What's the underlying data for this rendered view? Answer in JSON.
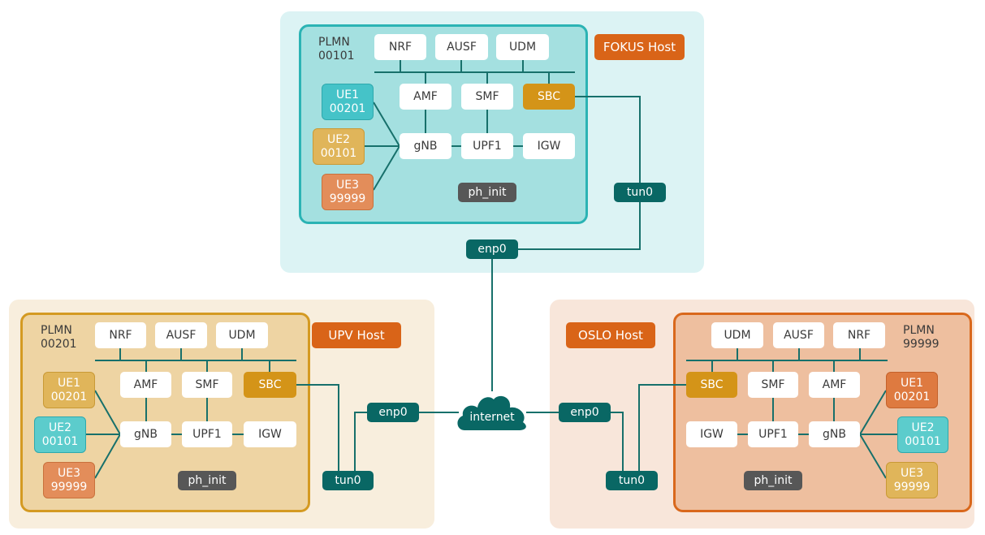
{
  "diagram": {
    "colors": {
      "link": "#17706b",
      "interface": "#096764",
      "host_label": "#d96418",
      "sbc": "#d49418",
      "ph_init": "#575757"
    },
    "internet": {
      "label": "internet",
      "icon": "cloud-icon"
    },
    "hosts": {
      "fokus": {
        "label": "FOKUS Host",
        "plmn_label": "PLMN",
        "plmn_id": "00101",
        "nfs": {
          "nrf": "NRF",
          "ausf": "AUSF",
          "udm": "UDM",
          "amf": "AMF",
          "smf": "SMF",
          "sbc": "SBC",
          "gnb": "gNB",
          "upf": "UPF1",
          "igw": "IGW"
        },
        "ues": [
          {
            "name": "UE1",
            "plmn": "00201"
          },
          {
            "name": "UE2",
            "plmn": "00101"
          },
          {
            "name": "UE3",
            "plmn": "99999"
          }
        ],
        "ph_init": "ph_init",
        "tun": "tun0",
        "enp": "enp0"
      },
      "upv": {
        "label": "UPV Host",
        "plmn_label": "PLMN",
        "plmn_id": "00201",
        "nfs": {
          "nrf": "NRF",
          "ausf": "AUSF",
          "udm": "UDM",
          "amf": "AMF",
          "smf": "SMF",
          "sbc": "SBC",
          "gnb": "gNB",
          "upf": "UPF1",
          "igw": "IGW"
        },
        "ues": [
          {
            "name": "UE1",
            "plmn": "00201"
          },
          {
            "name": "UE2",
            "plmn": "00101"
          },
          {
            "name": "UE3",
            "plmn": "99999"
          }
        ],
        "ph_init": "ph_init",
        "tun": "tun0",
        "enp": "enp0"
      },
      "oslo": {
        "label": "OSLO Host",
        "plmn_label": "PLMN",
        "plmn_id": "99999",
        "nfs": {
          "nrf": "NRF",
          "ausf": "AUSF",
          "udm": "UDM",
          "amf": "AMF",
          "smf": "SMF",
          "sbc": "SBC",
          "gnb": "gNB",
          "upf": "UPF1",
          "igw": "IGW"
        },
        "ues": [
          {
            "name": "UE1",
            "plmn": "00201"
          },
          {
            "name": "UE2",
            "plmn": "00101"
          },
          {
            "name": "UE3",
            "plmn": "99999"
          }
        ],
        "ph_init": "ph_init",
        "tun": "tun0",
        "enp": "enp0"
      }
    }
  }
}
